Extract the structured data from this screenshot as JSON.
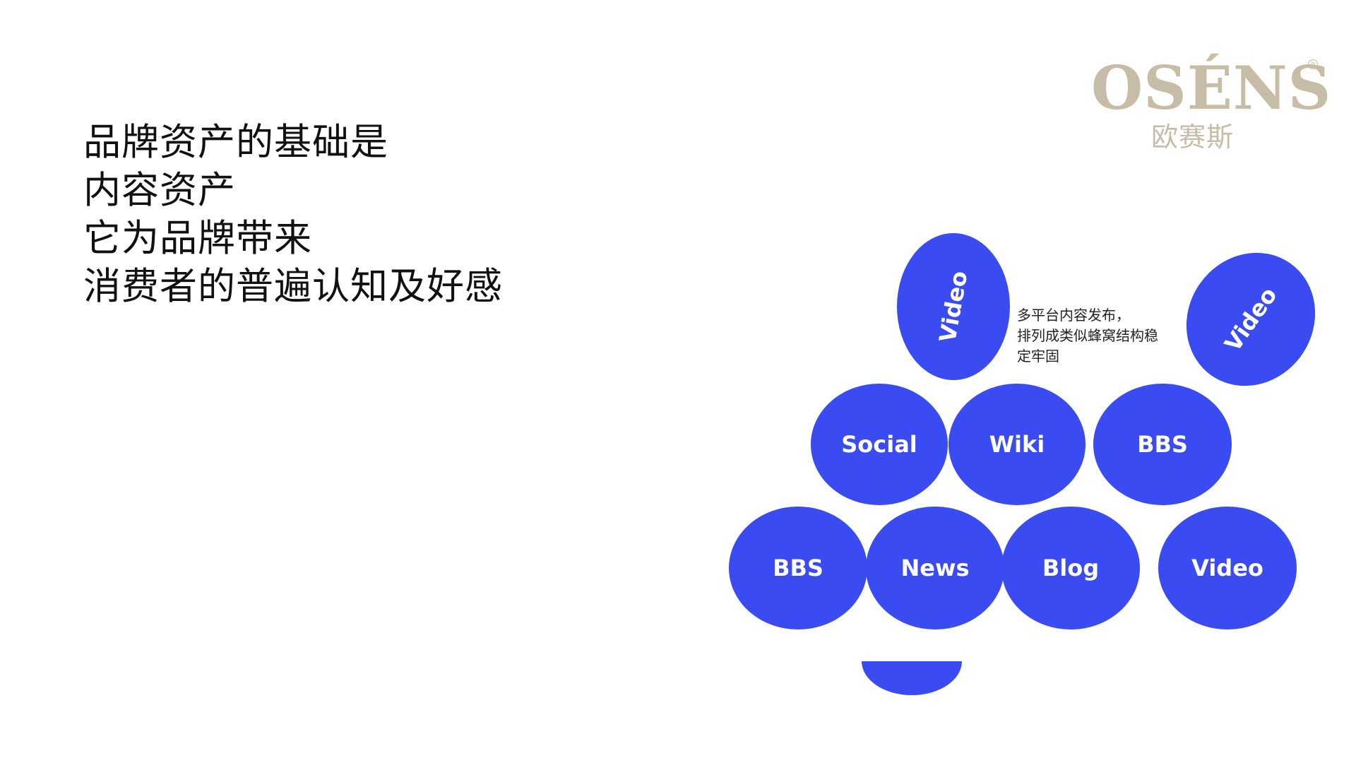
{
  "headline": {
    "lines": [
      "品牌资产的基础是",
      "内容资产",
      "它为品牌带来",
      "消费者的普遍认知及好感"
    ]
  },
  "logo": {
    "wordmark": "OSÉNS",
    "registered": "®",
    "chinese": "欧赛斯"
  },
  "note": {
    "lines": [
      "多平台内容发布，",
      "排列成类似蜂窝结构稳",
      "定牢固"
    ]
  },
  "bubbles": [
    {
      "label": "Video"
    },
    {
      "label": "Video"
    },
    {
      "label": "Social"
    },
    {
      "label": "Wiki"
    },
    {
      "label": "BBS"
    },
    {
      "label": "BBS"
    },
    {
      "label": "News"
    },
    {
      "label": "Blog"
    },
    {
      "label": "Video"
    }
  ],
  "colors": {
    "bubble": "#3b4bf2",
    "logo": "#c7bca6",
    "text": "#111111"
  }
}
